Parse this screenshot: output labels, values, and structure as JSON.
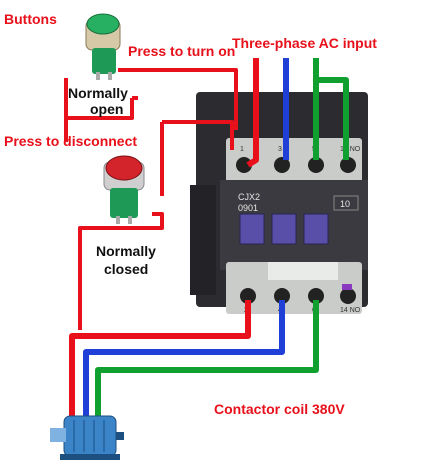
{
  "labels": {
    "buttons": "Buttons",
    "press_on": "Press to turn on",
    "ac_input": "Three-phase AC input",
    "normally_open_1": "Normally",
    "normally_open_2": "open",
    "press_off": "Press to disconnect",
    "normally_closed_1": "Normally",
    "normally_closed_2": "closed",
    "coil": "Contactor coil 380V"
  },
  "contactor": {
    "model_1": "CJX2",
    "model_2": "0901",
    "rating": "10",
    "top_terminals": [
      "1",
      "3",
      "5",
      "13 NO"
    ],
    "bottom_terminals": [
      "2",
      "4",
      "6",
      "14 NO"
    ]
  },
  "colors": {
    "red_wire": "#e8101a",
    "blue_wire": "#1f3fd6",
    "green_wire": "#10a030",
    "label_red": "#e8101a",
    "body_dark": "#2c2c30",
    "body_mid": "#3a3a40",
    "face_gray": "#c9ccc8",
    "button_violet": "#5a4fa8",
    "pushbutton_on": "#1e9a56",
    "pushbutton_off": "#d2242a",
    "motor": "#3b84c8"
  },
  "icons": [
    "green-pushbutton-icon",
    "red-pushbutton-icon",
    "motor-icon",
    "contactor-icon"
  ]
}
